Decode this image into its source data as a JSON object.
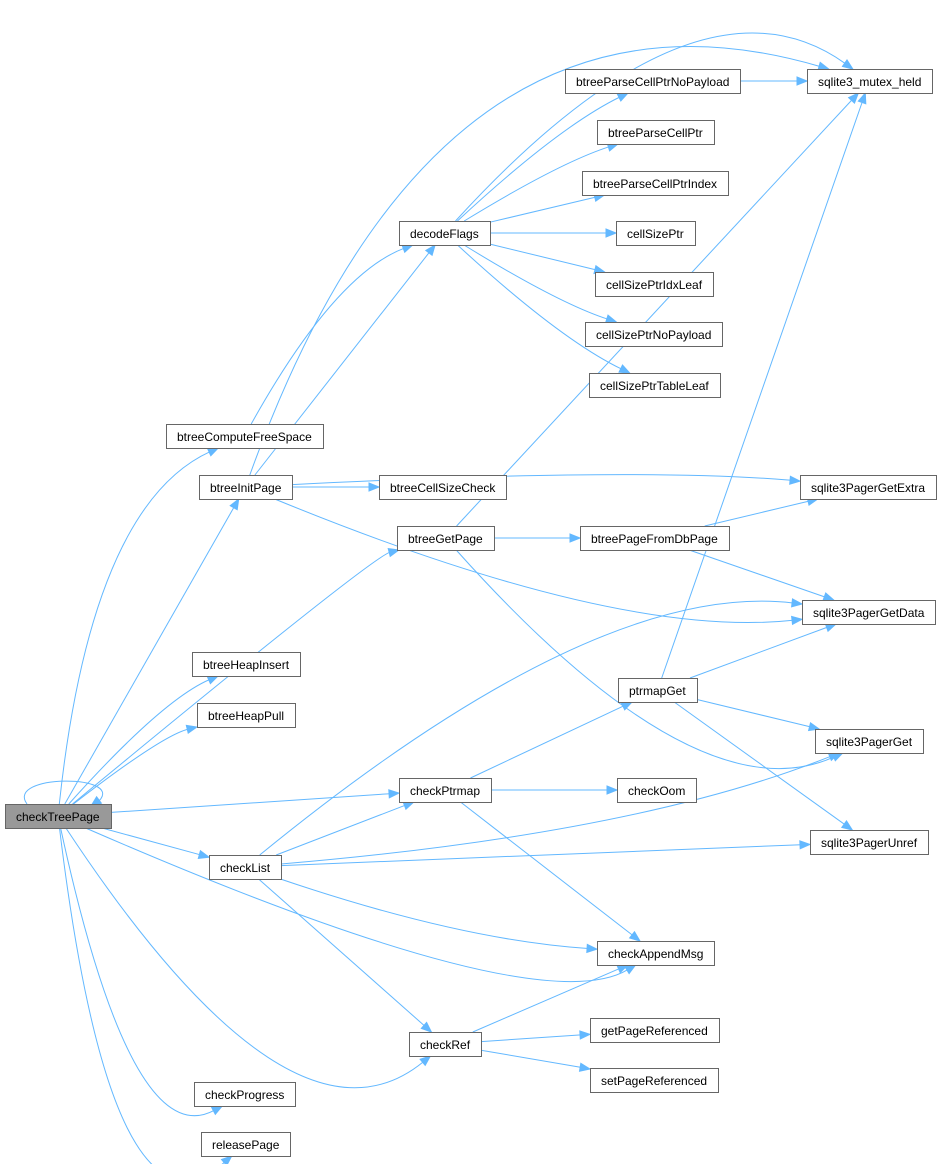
{
  "graph": {
    "root": "checkTreePage",
    "edge_color": "#63b8ff",
    "root_fill": "#999999",
    "node_border": "#666666",
    "nodes": [
      {
        "id": "checkTreePage",
        "label": "checkTreePage",
        "root": true
      },
      {
        "id": "btreeComputeFreeSpace",
        "label": "btreeComputeFreeSpace"
      },
      {
        "id": "btreeInitPage",
        "label": "btreeInitPage"
      },
      {
        "id": "btreeHeapInsert",
        "label": "btreeHeapInsert"
      },
      {
        "id": "btreeHeapPull",
        "label": "btreeHeapPull"
      },
      {
        "id": "checkList",
        "label": "checkList"
      },
      {
        "id": "checkProgress",
        "label": "checkProgress"
      },
      {
        "id": "releasePage",
        "label": "releasePage"
      },
      {
        "id": "decodeFlags",
        "label": "decodeFlags"
      },
      {
        "id": "btreeCellSizeCheck",
        "label": "btreeCellSizeCheck"
      },
      {
        "id": "btreeGetPage",
        "label": "btreeGetPage"
      },
      {
        "id": "checkPtrmap",
        "label": "checkPtrmap"
      },
      {
        "id": "checkRef",
        "label": "checkRef"
      },
      {
        "id": "btreeParseCellPtrNoPayload",
        "label": "btreeParseCellPtrNoPayload"
      },
      {
        "id": "btreeParseCellPtr",
        "label": "btreeParseCellPtr"
      },
      {
        "id": "btreeParseCellPtrIndex",
        "label": "btreeParseCellPtrIndex"
      },
      {
        "id": "cellSizePtr",
        "label": "cellSizePtr"
      },
      {
        "id": "cellSizePtrIdxLeaf",
        "label": "cellSizePtrIdxLeaf"
      },
      {
        "id": "cellSizePtrNoPayload",
        "label": "cellSizePtrNoPayload"
      },
      {
        "id": "cellSizePtrTableLeaf",
        "label": "cellSizePtrTableLeaf"
      },
      {
        "id": "btreePageFromDbPage",
        "label": "btreePageFromDbPage"
      },
      {
        "id": "ptrmapGet",
        "label": "ptrmapGet"
      },
      {
        "id": "checkOom",
        "label": "checkOom"
      },
      {
        "id": "checkAppendMsg",
        "label": "checkAppendMsg"
      },
      {
        "id": "getPageReferenced",
        "label": "getPageReferenced"
      },
      {
        "id": "setPageReferenced",
        "label": "setPageReferenced"
      },
      {
        "id": "sqlite3_mutex_held",
        "label": "sqlite3_mutex_held"
      },
      {
        "id": "sqlite3PagerGetExtra",
        "label": "sqlite3PagerGetExtra"
      },
      {
        "id": "sqlite3PagerGetData",
        "label": "sqlite3PagerGetData"
      },
      {
        "id": "sqlite3PagerGet",
        "label": "sqlite3PagerGet"
      },
      {
        "id": "sqlite3PagerUnref",
        "label": "sqlite3PagerUnref"
      }
    ],
    "edges": [
      [
        "checkTreePage",
        "checkTreePage"
      ],
      [
        "checkTreePage",
        "btreeComputeFreeSpace"
      ],
      [
        "checkTreePage",
        "btreeInitPage"
      ],
      [
        "checkTreePage",
        "btreeHeapInsert"
      ],
      [
        "checkTreePage",
        "btreeHeapPull"
      ],
      [
        "checkTreePage",
        "btreeGetPage"
      ],
      [
        "checkTreePage",
        "checkPtrmap"
      ],
      [
        "checkTreePage",
        "checkList"
      ],
      [
        "checkTreePage",
        "checkAppendMsg"
      ],
      [
        "checkTreePage",
        "checkRef"
      ],
      [
        "checkTreePage",
        "checkProgress"
      ],
      [
        "checkTreePage",
        "releasePage"
      ],
      [
        "btreeComputeFreeSpace",
        "decodeFlags"
      ],
      [
        "btreeInitPage",
        "decodeFlags"
      ],
      [
        "btreeInitPage",
        "sqlite3_mutex_held"
      ],
      [
        "btreeInitPage",
        "btreeCellSizeCheck"
      ],
      [
        "btreeInitPage",
        "sqlite3PagerGetExtra"
      ],
      [
        "btreeInitPage",
        "sqlite3PagerGetData"
      ],
      [
        "decodeFlags",
        "sqlite3_mutex_held"
      ],
      [
        "decodeFlags",
        "btreeParseCellPtrNoPayload"
      ],
      [
        "decodeFlags",
        "btreeParseCellPtr"
      ],
      [
        "decodeFlags",
        "btreeParseCellPtrIndex"
      ],
      [
        "decodeFlags",
        "cellSizePtr"
      ],
      [
        "decodeFlags",
        "cellSizePtrIdxLeaf"
      ],
      [
        "decodeFlags",
        "cellSizePtrNoPayload"
      ],
      [
        "decodeFlags",
        "cellSizePtrTableLeaf"
      ],
      [
        "btreeParseCellPtrNoPayload",
        "sqlite3_mutex_held"
      ],
      [
        "btreeGetPage",
        "sqlite3_mutex_held"
      ],
      [
        "btreeGetPage",
        "btreePageFromDbPage"
      ],
      [
        "btreeGetPage",
        "sqlite3PagerGet"
      ],
      [
        "btreePageFromDbPage",
        "sqlite3PagerGetExtra"
      ],
      [
        "btreePageFromDbPage",
        "sqlite3PagerGetData"
      ],
      [
        "checkList",
        "sqlite3PagerGetData"
      ],
      [
        "checkList",
        "checkPtrmap"
      ],
      [
        "checkList",
        "sqlite3PagerGet"
      ],
      [
        "checkList",
        "sqlite3PagerUnref"
      ],
      [
        "checkList",
        "checkAppendMsg"
      ],
      [
        "checkList",
        "checkRef"
      ],
      [
        "checkPtrmap",
        "ptrmapGet"
      ],
      [
        "checkPtrmap",
        "checkOom"
      ],
      [
        "checkPtrmap",
        "checkAppendMsg"
      ],
      [
        "ptrmapGet",
        "sqlite3_mutex_held"
      ],
      [
        "ptrmapGet",
        "sqlite3PagerGetData"
      ],
      [
        "ptrmapGet",
        "sqlite3PagerGet"
      ],
      [
        "ptrmapGet",
        "sqlite3PagerUnref"
      ],
      [
        "checkRef",
        "checkAppendMsg"
      ],
      [
        "checkRef",
        "getPageReferenced"
      ],
      [
        "checkRef",
        "setPageReferenced"
      ]
    ]
  }
}
